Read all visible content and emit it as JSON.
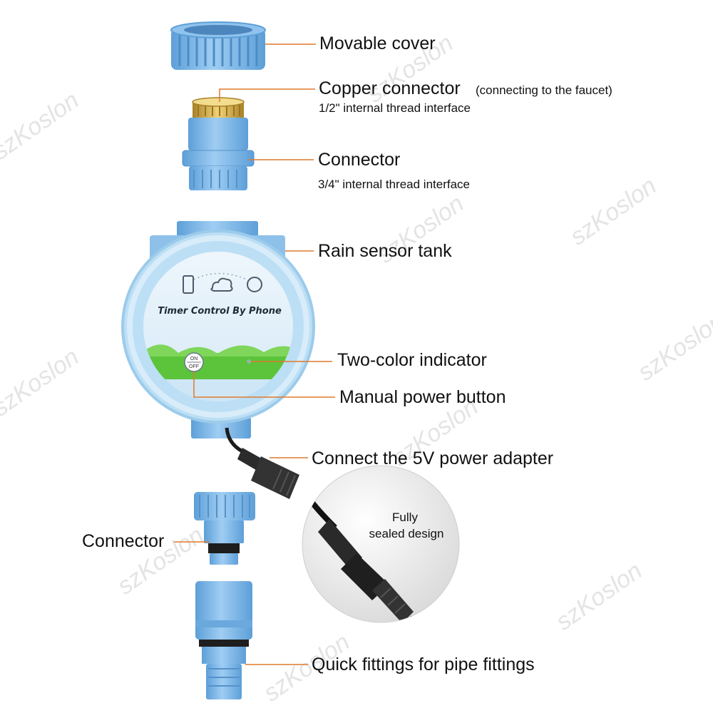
{
  "watermark": "szKoslon",
  "labels": {
    "movable_cover": "Movable cover",
    "copper_connector": "Copper connector",
    "copper_connector_note": "(connecting to the faucet)",
    "copper_thread": "1/2\" internal thread interface",
    "connector_top": "Connector",
    "connector_top_thread": "3/4\" internal thread interface",
    "rain_sensor": "Rain sensor tank",
    "indicator": "Two-color indicator",
    "power_button": "Manual power button",
    "power_adapter": "Connect the 5V power adapter",
    "connector_bottom": "Connector",
    "quick_fittings": "Quick fittings for pipe fittings"
  },
  "device_face": {
    "title": "Timer Control By Phone",
    "button_on": "ON",
    "button_off": "OFF"
  },
  "inset": {
    "line1": "Fully",
    "line2": "sealed design"
  },
  "colors": {
    "part_blue": "#7fb6e6",
    "leader_line": "#e07a2a",
    "grass_green": "#5bc43a",
    "brass": "#d8b24a"
  }
}
